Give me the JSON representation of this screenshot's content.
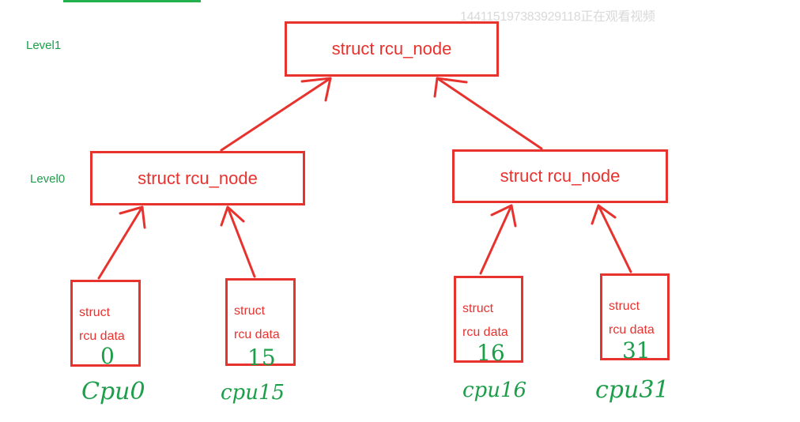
{
  "watermark": "14411519738392911​8正在观看视频",
  "levels": {
    "level1": "Level1",
    "level0": "Level0"
  },
  "nodes": {
    "root": "struct rcu_node",
    "left": "struct rcu_node",
    "right": "struct rcu_node"
  },
  "data_boxes": [
    {
      "line1": "struct",
      "line2": "rcu data",
      "index": "0",
      "cpu": "Cpu0"
    },
    {
      "line1": "struct",
      "line2": "rcu data",
      "index": "15",
      "cpu": "cpu15"
    },
    {
      "line1": "struct",
      "line2": "rcu data",
      "index": "16",
      "cpu": "cpu16"
    },
    {
      "line1": "struct",
      "line2": "rcu data",
      "index": "31",
      "cpu": "cpu31"
    }
  ],
  "colors": {
    "box": "#e8322e",
    "annotation": "#1d9e4a",
    "accent_line": "#22b14c"
  }
}
